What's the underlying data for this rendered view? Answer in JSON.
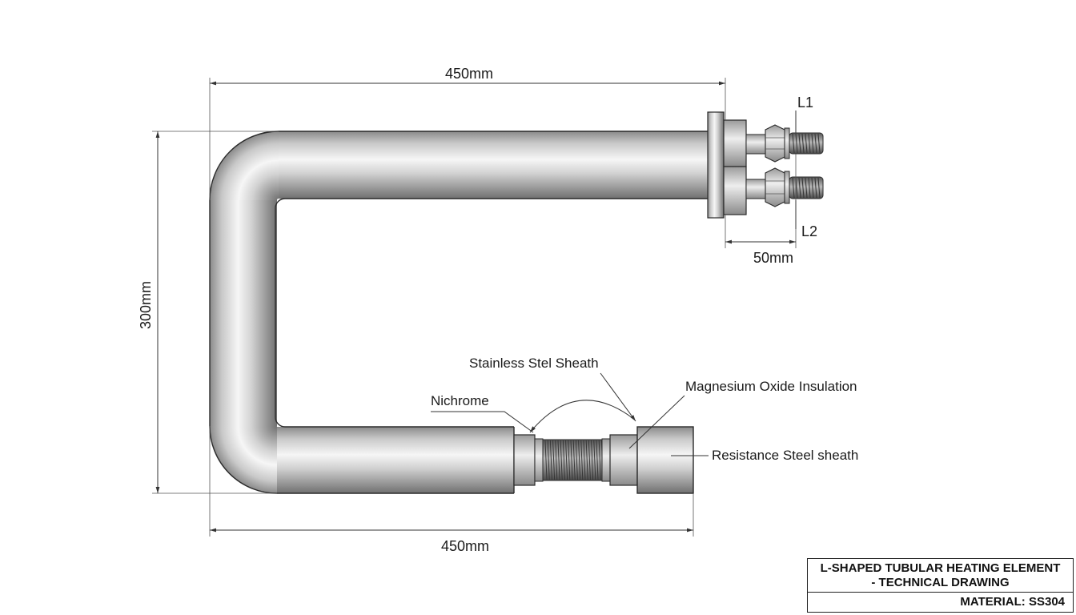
{
  "diagram": {
    "dimensions": {
      "top_length": "450mm",
      "bottom_length": "450mm",
      "height": "300mm",
      "terminal_length": "50mm"
    },
    "terminals": {
      "upper": "L1",
      "lower": "L2"
    },
    "labels": {
      "stainless_sheath": "Stainless Stel Sheath",
      "nichrome": "Nichrome",
      "magnesium_oxide": "Magnesium Oxide Insulation",
      "resistance_sheath": "Resistance Steel sheath"
    },
    "colors": {
      "pipe_light": "#f4f4f4",
      "pipe_mid": "#bdbdbd",
      "pipe_dark": "#7a7a7a",
      "outline": "#2a2a2a"
    }
  },
  "title_block": {
    "title": "L-SHAPED TUBULAR HEATING ELEMENT\n- TECHNICAL DRAWING",
    "material": "MATERIAL: SS304"
  }
}
